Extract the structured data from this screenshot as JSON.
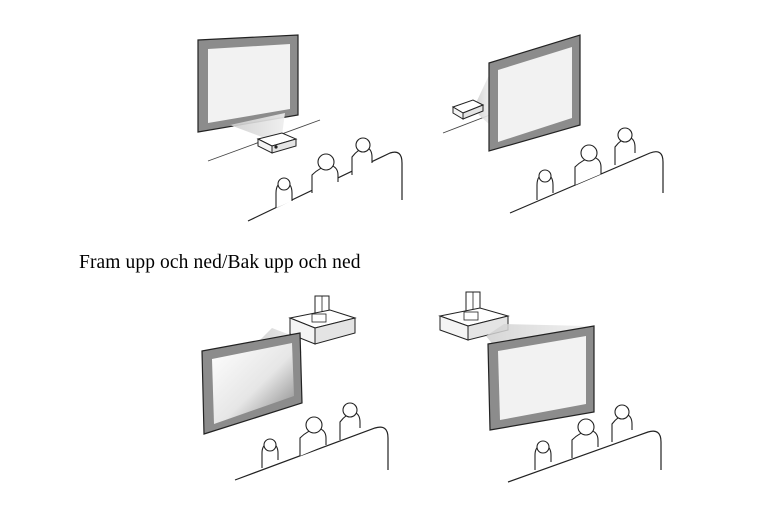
{
  "caption": "Fram upp och ned/Bak upp och ned",
  "figures": [
    {
      "id": "front-table",
      "icons": [
        "screen-icon",
        "projector-icon",
        "audience-icon"
      ]
    },
    {
      "id": "rear-table",
      "icons": [
        "screen-icon",
        "projector-icon",
        "audience-icon"
      ]
    },
    {
      "id": "front-ceiling",
      "icons": [
        "screen-icon",
        "ceiling-projector-icon",
        "audience-icon"
      ]
    },
    {
      "id": "rear-ceiling",
      "icons": [
        "screen-icon",
        "ceiling-projector-icon",
        "audience-icon"
      ]
    }
  ]
}
